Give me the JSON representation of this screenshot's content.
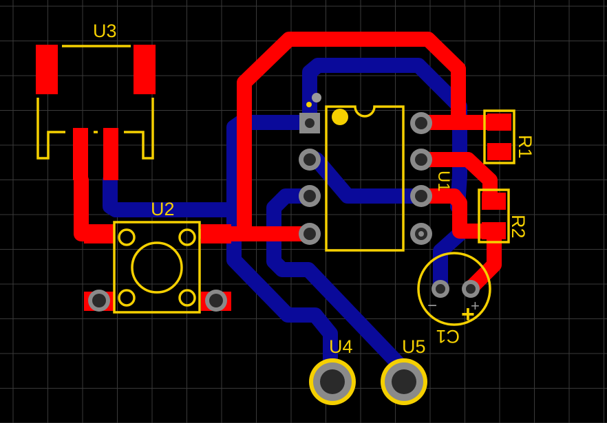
{
  "colors": {
    "background": "#000000",
    "grid": "#3a3a3a",
    "top_copper": "#ff0000",
    "bottom_copper": "#0a0a9a",
    "silkscreen": "#f5d000",
    "pad_ring": "#8a8a8a",
    "pad_hole": "#2a2a2a"
  },
  "components": {
    "u1": {
      "designator": "U1"
    },
    "u2": {
      "designator": "U2"
    },
    "u3": {
      "designator": "U3"
    },
    "u4": {
      "designator": "U4"
    },
    "u5": {
      "designator": "U5"
    },
    "r1": {
      "designator": "R1"
    },
    "r2": {
      "designator": "R2"
    },
    "c1": {
      "designator": "C1",
      "minus_mark": "−",
      "plus_mark": "+"
    }
  }
}
